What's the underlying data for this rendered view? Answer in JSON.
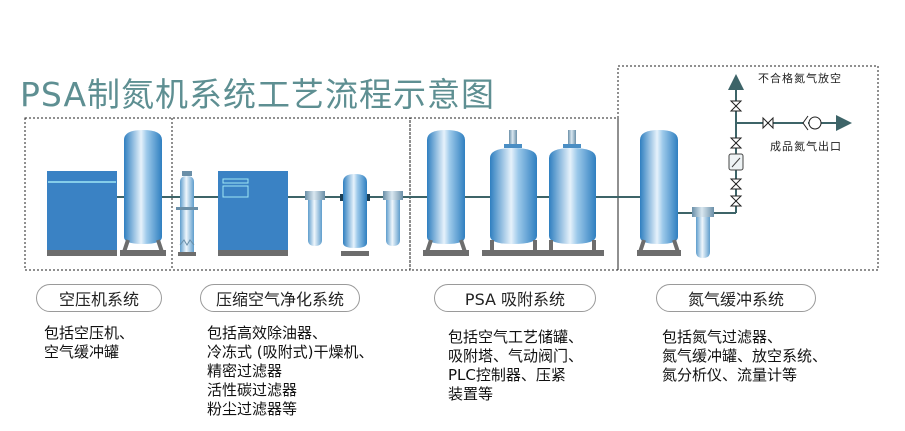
{
  "title": "PSA制氮机系统工艺流程示意图",
  "colors": {
    "title": "#5e8f92",
    "machine_blue": "#3a82c4",
    "tank_blue": "#4a9ad4",
    "pipe": "#3d6468",
    "base": "#6d6d6d",
    "border": "#222222"
  },
  "annotations": {
    "vent_label": "不合格氮气放空",
    "outlet_label": "成品氮气出口"
  },
  "sections": [
    {
      "name": "空压机系统",
      "description": [
        "包括空压机、",
        "空气缓冲罐"
      ],
      "equipment": [
        "air-compressor",
        "air-buffer-tank"
      ]
    },
    {
      "name": "压缩空气净化系统",
      "description": [
        "包括高效除油器、",
        "冷冻式 (吸附式)干燥机、",
        "精密过滤器",
        "活性碳过滤器",
        "粉尘过滤器等"
      ],
      "equipment": [
        "oil-remover",
        "refrigerated-dryer",
        "precision-filter",
        "activated-carbon-tank",
        "dust-filter"
      ]
    },
    {
      "name": "PSA 吸附系统",
      "description": [
        "包括空气工艺储罐、",
        "吸附塔、气动阀门、",
        "PLC控制器、压紧",
        "装置等"
      ],
      "equipment": [
        "air-process-tank",
        "adsorption-tower-a",
        "adsorption-tower-b"
      ]
    },
    {
      "name": "氮气缓冲系统",
      "description": [
        "包括氮气过滤器、",
        "氮气缓冲罐、放空系统、",
        "氮分析仪、流量计等"
      ],
      "equipment": [
        "nitrogen-buffer-tank",
        "nitrogen-filter",
        "valves",
        "flow-meter",
        "check-valve"
      ]
    }
  ]
}
